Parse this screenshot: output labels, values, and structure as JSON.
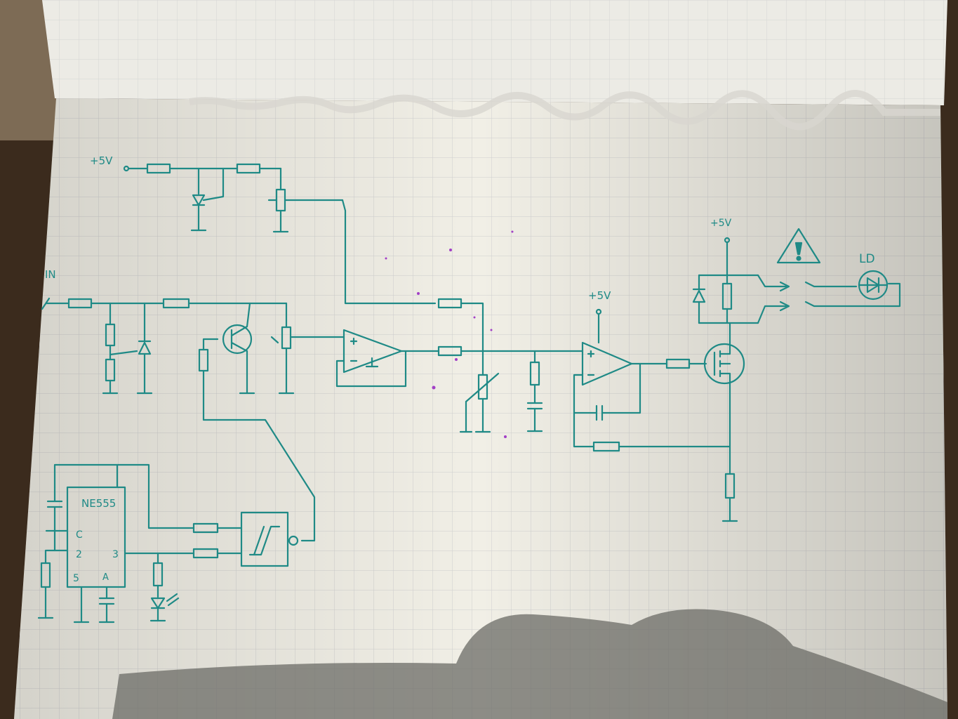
{
  "labels": {
    "supply_top_left": "+5V",
    "input": "IN",
    "supply_opamp2": "+5V",
    "supply_mosfet": "+5V",
    "timer_ic": "NE555",
    "pin_c": "C",
    "pin_2": "2",
    "pin_5": "5",
    "pin_a": "A",
    "pin_3": "3",
    "laser": "LD"
  },
  "colors": {
    "ink": "#1f8a86",
    "paper": "#f1efe6",
    "grid": "#c9c9c9",
    "background": "#3a2a1c",
    "stray_dots": "#a23fc6"
  },
  "icons": [
    "warning-triangle-icon",
    "laser-diode-icon",
    "hysteresis-buffer-icon"
  ]
}
